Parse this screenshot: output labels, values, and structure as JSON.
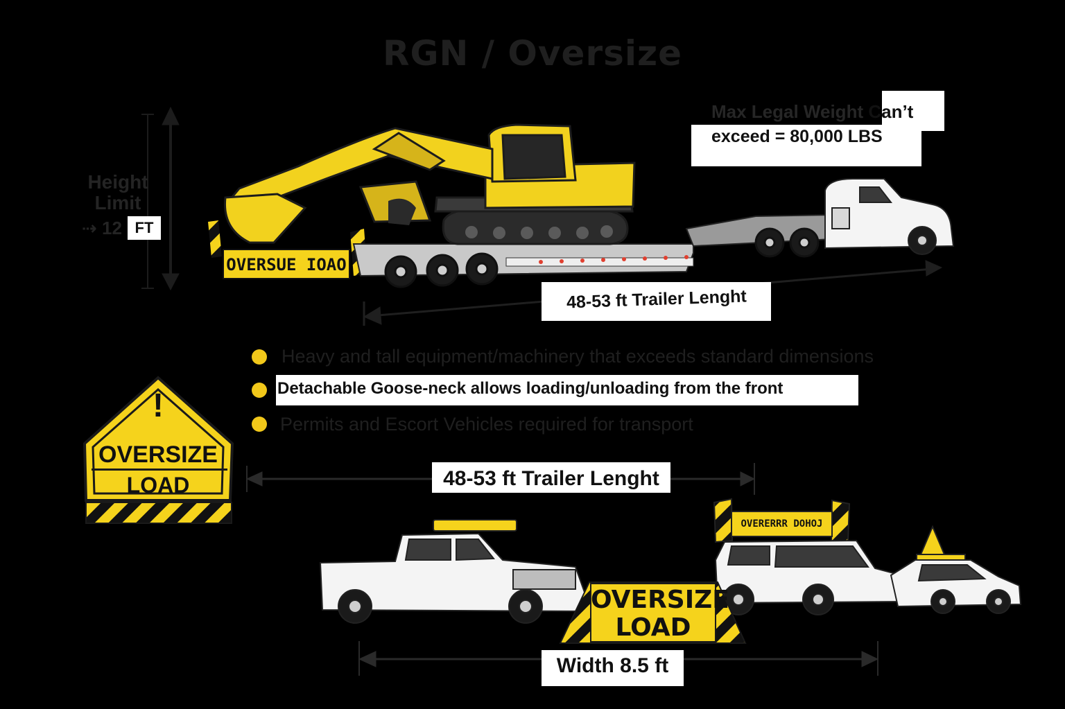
{
  "title": "RGN / Oversize",
  "weight": {
    "line1_dim": "Max Legal Weight",
    "line1_white": "Can’t",
    "line2": "exceed = 80,000 LBS"
  },
  "height": {
    "label_line1": "Height",
    "label_line2": "Limit",
    "value": "⇢ 12",
    "unit": "FT"
  },
  "trailer_length_top": "48-53 ft Trailer Lenght",
  "trailer_length_bottom": "48-53 ft Trailer Lenght",
  "truck_sign": "OVERSUE IOAO",
  "bullets": [
    "Heavy and tall equipment/machinery that exceeds standard dimensions",
    "Detachable Goose-neck allows loading/unloading from the front",
    "Permits and Escort Vehicles required for transport"
  ],
  "warning_sign": {
    "line1": "OVERSIZE",
    "line2": "LOAD",
    "symbol": "!"
  },
  "escort_banner": "OVERERRR DOHOJ",
  "center_sign": {
    "line1": "OVERSIZE",
    "line2": "LOAD"
  },
  "width_label": "Width 8.5 ft",
  "colors": {
    "safety_yellow": "#f5d31c",
    "machine_yellow": "#f2d21e",
    "background": "#000000",
    "label_box": "#ffffff"
  },
  "icons": [
    "excavator-icon",
    "semi-truck-icon",
    "lowboy-trailer-icon",
    "pickup-truck-icon",
    "suv-icon",
    "sedan-icon",
    "warning-sign-icon"
  ]
}
